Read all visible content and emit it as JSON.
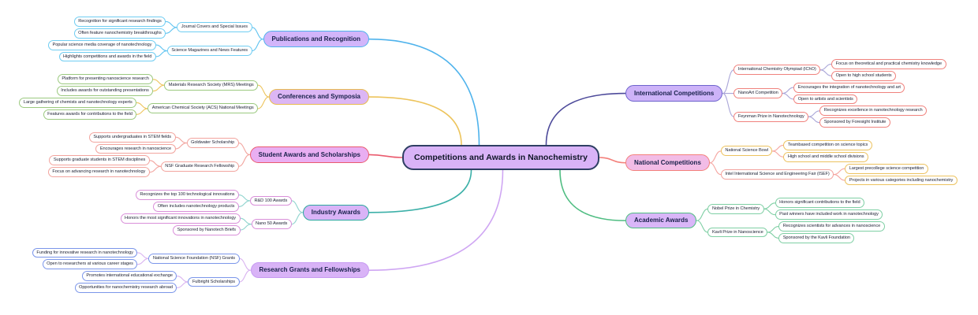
{
  "diagram_title": "Competitions and Awards in Nanochemistry",
  "center": {
    "label": "Competitions and Awards in Nanochemistry",
    "fill": "#d9b3f7",
    "border": "#2e3f63"
  },
  "branches": [
    {
      "id": "publications-and-recognition",
      "label": "Publications and Recognition",
      "side": "left",
      "fill": "#d2b5fa",
      "border": "#4fb3ec",
      "link_color": "#4fb3ec",
      "sublink_color": "#5fc3f0",
      "child_border": "#6fcdf2",
      "children": [
        {
          "label": "Journal Covers and Special Issues",
          "children": [
            {
              "label": "Recognition for significant research findings"
            },
            {
              "label": "Often feature nanochemistry breakthroughs"
            }
          ]
        },
        {
          "label": "Science Magazines and News Features",
          "children": [
            {
              "label": "Popular science media coverage of nanotechnology"
            },
            {
              "label": "Highlights competitions and awards in the field"
            }
          ]
        }
      ]
    },
    {
      "id": "conferences-and-symposia",
      "label": "Conferences and Symposia",
      "side": "left",
      "fill": "#dcb6f4",
      "border": "#e9bc4f",
      "link_color": "#edc45c",
      "sublink_color": "#edc45c",
      "child_border": "#9bc97f",
      "children": [
        {
          "label": "Materials Research Society (MRS) Meetings",
          "children": [
            {
              "label": "Platform for presenting nanoscience research"
            },
            {
              "label": "Includes awards for outstanding presentations"
            }
          ]
        },
        {
          "label": "American Chemical Society (ACS) National Meetings",
          "children": [
            {
              "label": "Large gathering of chemists and nanotechnology experts"
            },
            {
              "label": "Features awards for contributions to the field"
            }
          ]
        }
      ]
    },
    {
      "id": "student-awards-and-scholarships",
      "label": "Student Awards and Scholarships",
      "side": "left",
      "fill": "#e9aef2",
      "border": "#ea5b6e",
      "link_color": "#ea5b6e",
      "sublink_color": "#f2a49e",
      "child_border": "#f2a49e",
      "children": [
        {
          "label": "Goldwater Scholarship",
          "children": [
            {
              "label": "Supports undergraduates in STEM fields"
            },
            {
              "label": "Encourages research in nanoscience"
            }
          ]
        },
        {
          "label": "NSF Graduate Research Fellowship",
          "children": [
            {
              "label": "Supports graduate students in STEM disciplines"
            },
            {
              "label": "Focus on advancing research in nanotechnology"
            }
          ]
        }
      ]
    },
    {
      "id": "industry-awards",
      "label": "Industry Awards",
      "side": "left",
      "fill": "#d9b3f7",
      "border": "#2aa79e",
      "link_color": "#3cb0a8",
      "sublink_color": "#8fd4ce",
      "child_border": "#d98fd9",
      "children": [
        {
          "label": "R&D 100 Awards",
          "children": [
            {
              "label": "Recognizes the top 100 technological innovations"
            },
            {
              "label": "Often includes nanotechnology products"
            }
          ]
        },
        {
          "label": "Nano 50 Awards",
          "children": [
            {
              "label": "Honors the most significant innovations in nanotechnology"
            },
            {
              "label": "Sponsored by Nanotech Briefs"
            }
          ]
        }
      ]
    },
    {
      "id": "research-grants-and-fellowships",
      "label": "Research Grants and Fellowships",
      "side": "left",
      "fill": "#d9b3f7",
      "border": "#c79bf2",
      "link_color": "#cfa6f3",
      "sublink_color": "#d9b3f0",
      "child_border": "#7b96ea",
      "children": [
        {
          "label": "National Science Foundation (NSF) Grants",
          "children": [
            {
              "label": "Funding for innovative research in nanotechnology"
            },
            {
              "label": "Open to researchers at various career stages"
            }
          ]
        },
        {
          "label": "Fulbright Scholarships",
          "children": [
            {
              "label": "Promotes international educational exchange"
            },
            {
              "label": "Opportunities for nanochemistry research abroad"
            }
          ]
        }
      ]
    },
    {
      "id": "international-competitions",
      "label": "International Competitions",
      "side": "right",
      "fill": "#cdb3f8",
      "border": "#6c63cc",
      "link_color": "#4d4a9a",
      "sublink_color": "#aaa6d8",
      "child_border": "#f0827d",
      "children": [
        {
          "label": "International Chemistry Olympiad (IChO)",
          "children": [
            {
              "label": "Focus on theoretical and practical chemistry knowledge"
            },
            {
              "label": "Open to high school students"
            }
          ]
        },
        {
          "label": "NanoArt Competition",
          "children": [
            {
              "label": "Encourages the integration of nanotechnology and art"
            },
            {
              "label": "Open to artists and scientists"
            }
          ]
        },
        {
          "label": "Feynman Prize in Nanotechnology",
          "children": [
            {
              "label": "Recognizes excellence in nanotechnology research"
            },
            {
              "label": "Sponsored by Foresight Institute"
            }
          ]
        }
      ]
    },
    {
      "id": "national-competitions",
      "label": "National Competitions",
      "side": "right",
      "fill": "#f2bce6",
      "border": "#f3807b",
      "link_color": "#f3807b",
      "sublink_color": "#f5a5a0",
      "child_border": "#ecc25f",
      "children": [
        {
          "label": "National Science Bowl",
          "children": [
            {
              "label": "Teambased competition on science topics"
            },
            {
              "label": "High school and middle school divisions"
            }
          ]
        },
        {
          "label": "Intel International Science and Engineering Fair (ISEF)",
          "border": "#f3a29d",
          "children": [
            {
              "label": "Largest precollege science competition"
            },
            {
              "label": "Projects in various categories including nanochemistry"
            }
          ]
        }
      ]
    },
    {
      "id": "academic-awards",
      "label": "Academic Awards",
      "side": "right",
      "fill": "#d9b6f8",
      "border": "#4fbd82",
      "link_color": "#4fbd82",
      "sublink_color": "#7fcfa4",
      "child_border": "#7fcfa4",
      "children": [
        {
          "label": "Nobel Prize in Chemistry",
          "children": [
            {
              "label": "Honors significant contributions to the field"
            },
            {
              "label": "Past winners have included work in nanotechnology"
            }
          ]
        },
        {
          "label": "Kavli Prize in Nanoscience",
          "children": [
            {
              "label": "Recognizes scientists for advances in nanoscience"
            },
            {
              "label": "Sponsored by the Kavli Foundation"
            }
          ]
        }
      ]
    }
  ]
}
